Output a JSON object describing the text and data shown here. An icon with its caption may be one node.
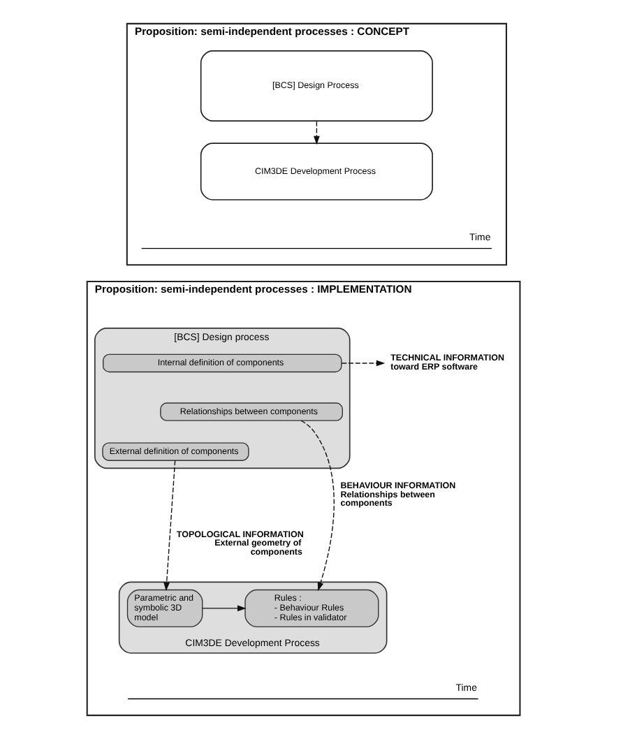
{
  "diagram": {
    "nodes": [
      {
        "text": [
          "Proposition: semi-independent processes : CONCEPT"
        ]
      },
      {
        "text": [
          "[BCS] Design Process"
        ],
        "in": 0
      },
      {
        "text": [
          "CIM3DE Development Process"
        ],
        "in": 0
      },
      {
        "text": [
          "Proposition: semi-independent processes : IMPLEMENTATION"
        ]
      },
      {
        "text": [
          "[BCS] Design process"
        ],
        "in": 3
      },
      {
        "text": [
          "Internal definition of components"
        ],
        "in": 4
      },
      {
        "text": [
          "TECHNICAL INFORMATION toward ERP software"
        ],
        "in": 3
      },
      {
        "text": [
          "Relationships between components"
        ],
        "in": 4
      },
      {
        "text": [
          "External definition of components"
        ],
        "in": 4
      },
      {
        "text": [
          "CIM3DE Development Process"
        ],
        "in": 3
      },
      {
        "text": [
          "Parametric and symbolic 3D model"
        ],
        "in": 9
      },
      {
        "text": [
          "Rules :",
          "- Behaviour Rules",
          "- Rules in validator"
        ],
        "in": 9
      }
    ],
    "edges": [
      {
        "from": 1,
        "to": 2,
        "arrow": "to",
        "style": "dashed"
      },
      {
        "from": 5,
        "to": 6,
        "arrow": "to",
        "style": "dashed"
      },
      {
        "from": 8,
        "to": 10,
        "arrow": "to",
        "style": "dashed",
        "label": "TOPOLOGICAL INFORMATION External geometry of components"
      },
      {
        "from": 7,
        "to": 11,
        "arrow": "to",
        "style": "dashed",
        "label": "BEHAVIOUR INFORMATION Relationships between components"
      },
      {
        "from": 10,
        "to": 11,
        "arrow": "to"
      }
    ],
    "labels": [
      "Time",
      "Time"
    ]
  }
}
